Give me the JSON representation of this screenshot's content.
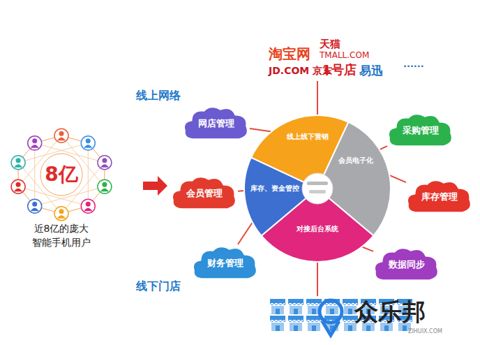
{
  "diagram": {
    "nodes": [
      {
        "text": [
          "线上线下营销"
        ]
      },
      {
        "text": [
          "会员电子化"
        ]
      },
      {
        "text": [
          "库存、资金管控"
        ]
      },
      {
        "text": [
          "对接后台系统"
        ]
      },
      {
        "text": [
          "网店管理"
        ]
      },
      {
        "text": [
          "采购管理"
        ]
      },
      {
        "text": [
          "会员管理"
        ]
      },
      {
        "text": [
          "库存管理"
        ]
      },
      {
        "text": [
          "财务管理"
        ]
      },
      {
        "text": [
          "数据同步"
        ]
      }
    ],
    "edges": [
      {
        "from": 0,
        "to": 4,
        "arrow": "none"
      },
      {
        "from": 1,
        "to": 5,
        "arrow": "none"
      },
      {
        "from": 2,
        "to": 6,
        "arrow": "none"
      },
      {
        "from": 1,
        "to": 7,
        "arrow": "none"
      },
      {
        "from": 2,
        "to": 8,
        "arrow": "none"
      },
      {
        "from": 3,
        "to": 9,
        "arrow": "none"
      }
    ],
    "labels": [
      "淘宝网",
      "天猫",
      "TMALL.COM",
      "JD.COM 京东",
      "1号店",
      "易迅",
      "......",
      "线上网络",
      "线下门店",
      "8亿",
      "近8亿的庞大 智能手机用户",
      "众乐邦",
      "ZIHUIX.COM"
    ]
  }
}
